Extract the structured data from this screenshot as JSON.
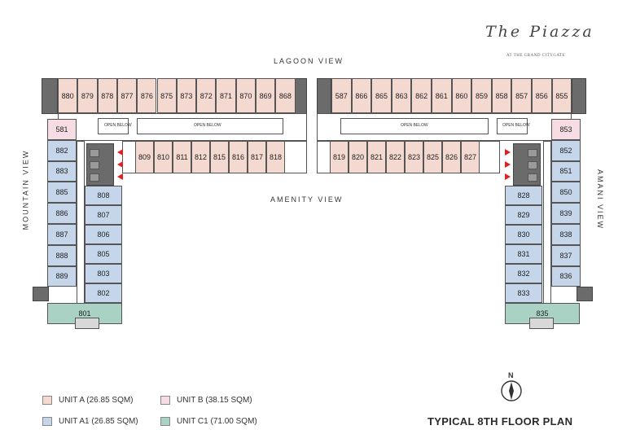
{
  "logo": {
    "script": "The Piazza",
    "tagline": "AT THE GRAND CITYGATE"
  },
  "views": {
    "lagoon": "LAGOON VIEW",
    "amenity": "AMENITY VIEW",
    "mountain": "MOUNTAIN VIEW",
    "amani": "AMANI VIEW"
  },
  "open_below": "OPEN BELOW",
  "units": {
    "top_left": [
      "880",
      "879",
      "878",
      "877",
      "876",
      "875",
      "873",
      "872",
      "871",
      "870",
      "869",
      "868"
    ],
    "top_right": [
      "587",
      "866",
      "865",
      "863",
      "862",
      "861",
      "860",
      "859",
      "858",
      "857",
      "856",
      "855"
    ],
    "inner_left": [
      "809",
      "810",
      "811",
      "812",
      "815",
      "816",
      "817",
      "818"
    ],
    "inner_right": [
      "819",
      "820",
      "821",
      "822",
      "823",
      "825",
      "826",
      "827"
    ],
    "left_outer": [
      "581",
      "882",
      "883",
      "885",
      "886",
      "887",
      "888",
      "889"
    ],
    "left_inner": [
      "808",
      "807",
      "806",
      "805",
      "803",
      "802"
    ],
    "left_c1": "801",
    "right_outer": [
      "853",
      "852",
      "851",
      "850",
      "839",
      "838",
      "837",
      "836"
    ],
    "right_inner": [
      "828",
      "829",
      "830",
      "831",
      "832",
      "833"
    ],
    "right_c1": "835"
  },
  "legend": {
    "a": {
      "label": "UNIT A (26.85 SQM)",
      "color": "#f4d9d1"
    },
    "b": {
      "label": "UNIT B (38.15 SQM)",
      "color": "#f7dde3"
    },
    "a1": {
      "label": "UNIT A1 (26.85 SQM)",
      "color": "#c5d6ea"
    },
    "c1": {
      "label": "UNIT C1 (71.00 SQM)",
      "color": "#a9d2c4"
    }
  },
  "title": "TYPICAL 8TH FLOOR PLAN",
  "compass": "N"
}
